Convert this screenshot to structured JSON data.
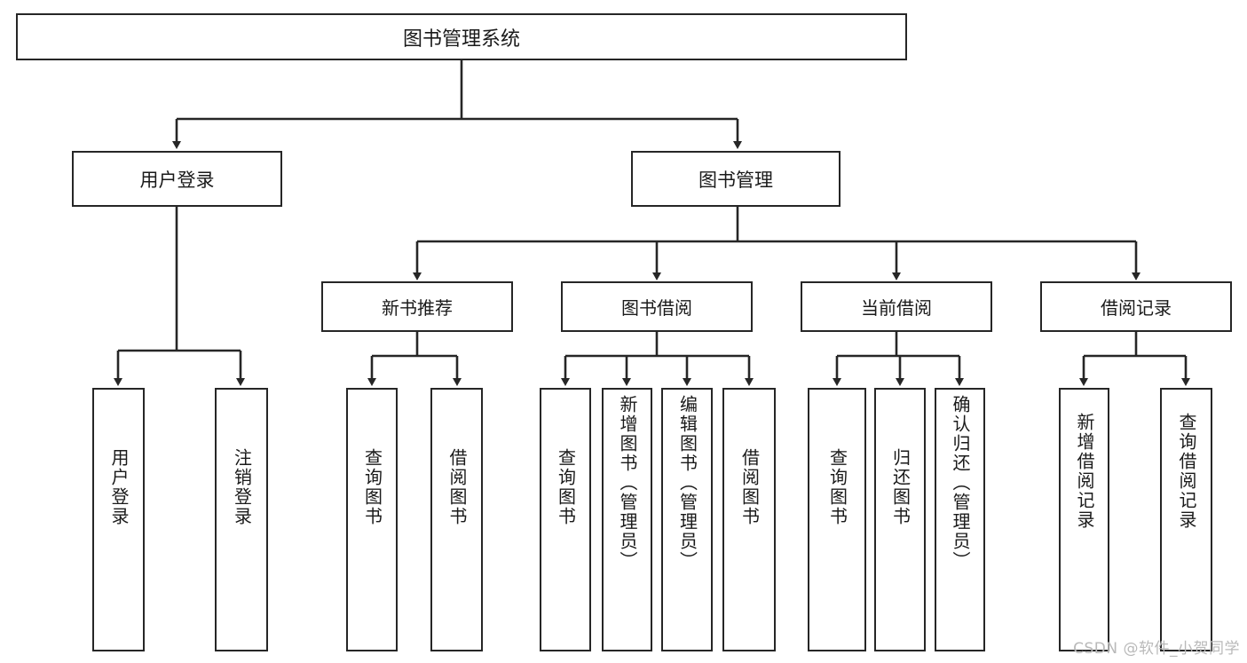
{
  "diagram": {
    "type": "tree-hierarchy",
    "title": "图书管理系统",
    "root": {
      "label": "图书管理系统"
    },
    "level2": [
      {
        "label": "用户登录"
      },
      {
        "label": "图书管理"
      }
    ],
    "level3": [
      {
        "label": "新书推荐"
      },
      {
        "label": "图书借阅"
      },
      {
        "label": "当前借阅"
      },
      {
        "label": "借阅记录"
      }
    ],
    "leaves": [
      {
        "label": "用户登录",
        "parent": "用户登录"
      },
      {
        "label": "注销登录",
        "parent": "用户登录"
      },
      {
        "label": "查询图书",
        "parent": "新书推荐"
      },
      {
        "label": "借阅图书",
        "parent": "新书推荐"
      },
      {
        "label": "查询图书",
        "parent": "图书借阅"
      },
      {
        "label": "新增图书（管理员）",
        "parent": "图书借阅"
      },
      {
        "label": "编辑图书（管理员）",
        "parent": "图书借阅"
      },
      {
        "label": "借阅图书",
        "parent": "图书借阅"
      },
      {
        "label": "查询图书",
        "parent": "当前借阅"
      },
      {
        "label": "归还图书",
        "parent": "当前借阅"
      },
      {
        "label": "确认归还（管理员）",
        "parent": "当前借阅"
      },
      {
        "label": "新增借阅记录",
        "parent": "借阅记录"
      },
      {
        "label": "查询借阅记录",
        "parent": "借阅记录"
      }
    ],
    "colors": {
      "stroke": "#262626",
      "text": "#1a1a1a",
      "background": "#ffffff",
      "watermark": "#b9b9b9"
    }
  },
  "watermark": {
    "text": "CSDN @软件_小贺同学"
  }
}
